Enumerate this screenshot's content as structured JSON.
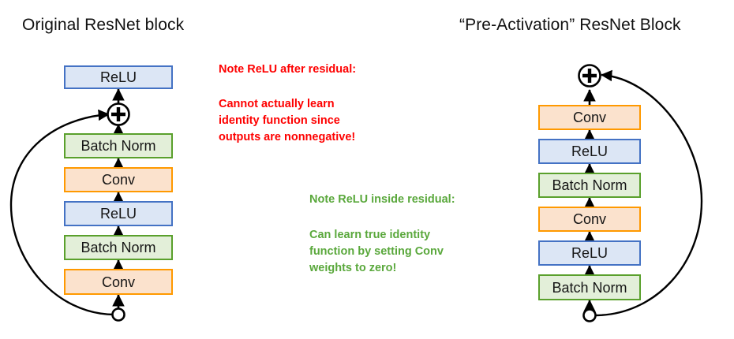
{
  "diagram": {
    "type": "neural-network-block-diagram",
    "panels": [
      {
        "id": "original",
        "title": "Original ResNet block",
        "layers_bottom_to_top": [
          "Conv",
          "Batch Norm",
          "ReLU",
          "Conv",
          "Batch Norm",
          "ReLU"
        ],
        "junction": {
          "symbol": "+",
          "name": "addition-node",
          "position": "below-top-relu"
        },
        "skip_connection": {
          "from": "input-node",
          "to": "addition-node",
          "side": "left"
        },
        "relu_position": "after residual addition"
      },
      {
        "id": "pre-activation",
        "title": "“Pre-Activation” ResNet Block",
        "layers_bottom_to_top": [
          "Batch Norm",
          "ReLU",
          "Conv",
          "Batch Norm",
          "ReLU",
          "Conv"
        ],
        "junction": {
          "symbol": "+",
          "name": "addition-node",
          "position": "above-top-conv"
        },
        "skip_connection": {
          "from": "input-node",
          "to": "addition-node",
          "side": "right"
        },
        "relu_position": "inside residual"
      }
    ]
  },
  "blocks": {
    "left": [
      {
        "label": "ReLU",
        "kind": "relu"
      },
      {
        "label": "Batch Norm",
        "kind": "bn"
      },
      {
        "label": "Conv",
        "kind": "conv"
      },
      {
        "label": "ReLU",
        "kind": "relu"
      },
      {
        "label": "Batch Norm",
        "kind": "bn"
      },
      {
        "label": "Conv",
        "kind": "conv"
      }
    ],
    "right": [
      {
        "label": "Conv",
        "kind": "conv"
      },
      {
        "label": "ReLU",
        "kind": "relu"
      },
      {
        "label": "Batch Norm",
        "kind": "bn"
      },
      {
        "label": "Conv",
        "kind": "conv"
      },
      {
        "label": "ReLU",
        "kind": "relu"
      },
      {
        "label": "Batch Norm",
        "kind": "bn"
      }
    ]
  },
  "notes": {
    "red": {
      "heading_prefix": "Note ReLU ",
      "heading_bold": "after",
      "heading_suffix": " residual:",
      "body": "Cannot actually learn\nidentity function since\noutputs are nonnegative!",
      "color": "#fe0000"
    },
    "green": {
      "heading_prefix": "Note ReLU ",
      "heading_bold": "inside",
      "heading_suffix": " residual:",
      "body": "Can learn true identity\nfunction by setting Conv\nweights to zero!",
      "color": "#5aa83c"
    }
  },
  "symbols": {
    "plus": "+",
    "addition_node_name": "plus-circle-icon",
    "input_node_name": "input-dot-icon"
  },
  "colors": {
    "relu_fill": "#dce6f5",
    "relu_border": "#4472c4",
    "bn_fill": "#e3efd9",
    "bn_border": "#5aa02c",
    "conv_fill": "#fbe2cd",
    "conv_border": "#ff9900",
    "wire": "#000000",
    "background": "#ffffff"
  }
}
